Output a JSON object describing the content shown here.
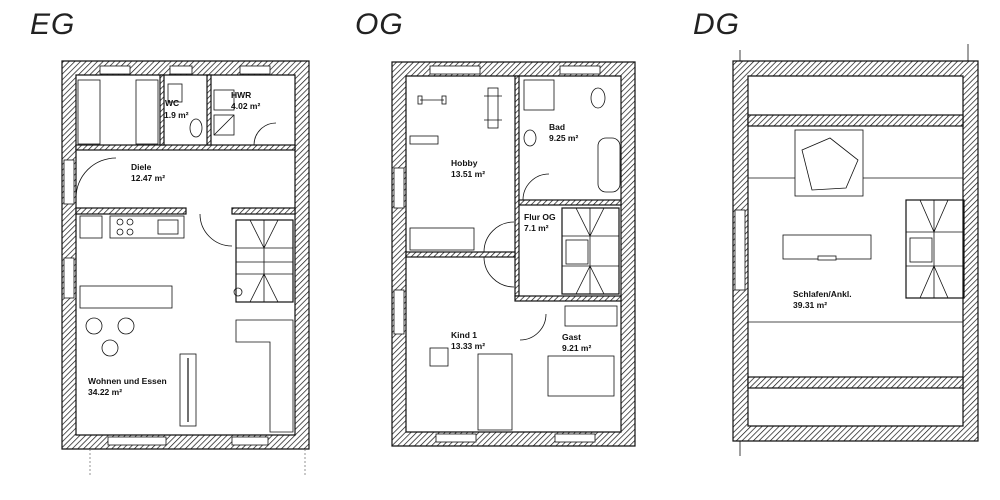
{
  "floors": [
    {
      "title": "EG"
    },
    {
      "title": "OG"
    },
    {
      "title": "DG"
    }
  ],
  "rooms": {
    "wc": {
      "name": "WC",
      "area": "1.9 m²"
    },
    "hwr": {
      "name": "HWR",
      "area": "4.02 m²"
    },
    "diele": {
      "name": "Diele",
      "area": "12.47 m²"
    },
    "wohnen": {
      "name": "Wohnen und Essen",
      "area": "34.22 m²"
    },
    "hobby": {
      "name": "Hobby",
      "area": "13.51 m²"
    },
    "bad": {
      "name": "Bad",
      "area": "9.25 m²"
    },
    "flur": {
      "name": "Flur OG",
      "area": "7.1 m²"
    },
    "kind": {
      "name": "Kind 1",
      "area": "13.33 m²"
    },
    "gast": {
      "name": "Gast",
      "area": "9.21 m²"
    },
    "schlafen": {
      "name": "Schlafen/Ankl.",
      "area": "39.31 m²"
    }
  }
}
